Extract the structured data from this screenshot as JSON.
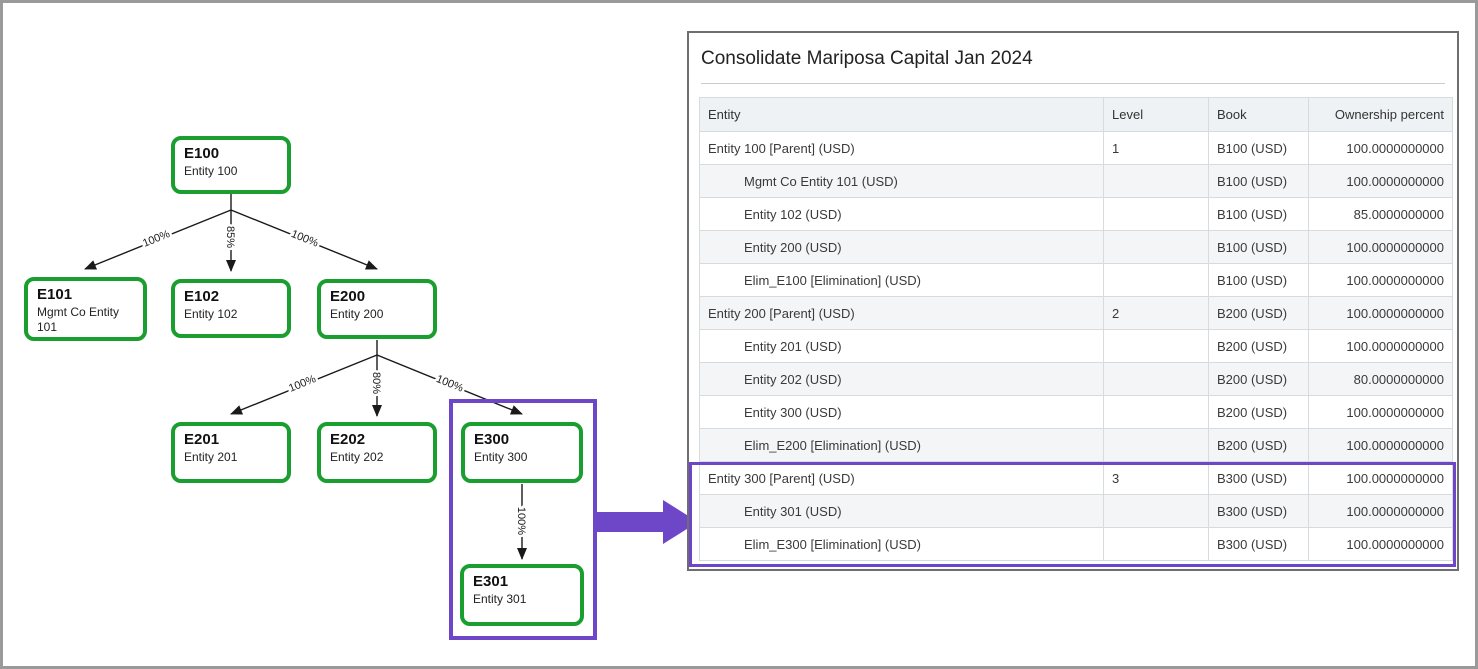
{
  "diagram": {
    "node_border_color": "#1a9e30",
    "highlight_color": "#6e46c8",
    "nodes": [
      {
        "code": "E100",
        "label": "Entity 100"
      },
      {
        "code": "E101",
        "label": "Mgmt Co Entity 101"
      },
      {
        "code": "E102",
        "label": "Entity 102"
      },
      {
        "code": "E200",
        "label": "Entity 200"
      },
      {
        "code": "E201",
        "label": "Entity 201"
      },
      {
        "code": "E202",
        "label": "Entity 202"
      },
      {
        "code": "E300",
        "label": "Entity 300"
      },
      {
        "code": "E301",
        "label": "Entity 301"
      }
    ],
    "edges": [
      {
        "from": "E100",
        "to": "E101",
        "label": "100%"
      },
      {
        "from": "E100",
        "to": "E102",
        "label": "85%"
      },
      {
        "from": "E100",
        "to": "E200",
        "label": "100%"
      },
      {
        "from": "E200",
        "to": "E201",
        "label": "100%"
      },
      {
        "from": "E200",
        "to": "E202",
        "label": "80%"
      },
      {
        "from": "E200",
        "to": "E300",
        "label": "100%"
      },
      {
        "from": "E300",
        "to": "E301",
        "label": "100%"
      }
    ]
  },
  "panel": {
    "title": "Consolidate Mariposa Capital Jan 2024",
    "table": {
      "headers": [
        "Entity",
        "Level",
        "Book",
        "Ownership percent"
      ],
      "rows": [
        {
          "entity": "Entity 100 [Parent] (USD)",
          "level": "1",
          "book": "B100 (USD)",
          "ownership_percent": "100.0000000000",
          "indent": false,
          "highlighted": false
        },
        {
          "entity": "Mgmt Co Entity 101 (USD)",
          "level": "",
          "book": "B100 (USD)",
          "ownership_percent": "100.0000000000",
          "indent": true,
          "highlighted": false
        },
        {
          "entity": "Entity 102 (USD)",
          "level": "",
          "book": "B100 (USD)",
          "ownership_percent": "85.0000000000",
          "indent": true,
          "highlighted": false
        },
        {
          "entity": "Entity 200 (USD)",
          "level": "",
          "book": "B100 (USD)",
          "ownership_percent": "100.0000000000",
          "indent": true,
          "highlighted": false
        },
        {
          "entity": "Elim_E100 [Elimination] (USD)",
          "level": "",
          "book": "B100 (USD)",
          "ownership_percent": "100.0000000000",
          "indent": true,
          "highlighted": false
        },
        {
          "entity": "Entity 200 [Parent] (USD)",
          "level": "2",
          "book": "B200 (USD)",
          "ownership_percent": "100.0000000000",
          "indent": false,
          "highlighted": false
        },
        {
          "entity": "Entity 201 (USD)",
          "level": "",
          "book": "B200 (USD)",
          "ownership_percent": "100.0000000000",
          "indent": true,
          "highlighted": false
        },
        {
          "entity": "Entity 202 (USD)",
          "level": "",
          "book": "B200 (USD)",
          "ownership_percent": "80.0000000000",
          "indent": true,
          "highlighted": false
        },
        {
          "entity": "Entity 300 (USD)",
          "level": "",
          "book": "B200 (USD)",
          "ownership_percent": "100.0000000000",
          "indent": true,
          "highlighted": false
        },
        {
          "entity": "Elim_E200 [Elimination] (USD)",
          "level": "",
          "book": "B200 (USD)",
          "ownership_percent": "100.0000000000",
          "indent": true,
          "highlighted": false
        },
        {
          "entity": "Entity 300 [Parent] (USD)",
          "level": "3",
          "book": "B300 (USD)",
          "ownership_percent": "100.0000000000",
          "indent": false,
          "highlighted": true
        },
        {
          "entity": "Entity 301 (USD)",
          "level": "",
          "book": "B300 (USD)",
          "ownership_percent": "100.0000000000",
          "indent": true,
          "highlighted": true
        },
        {
          "entity": "Elim_E300 [Elimination] (USD)",
          "level": "",
          "book": "B300 (USD)",
          "ownership_percent": "100.0000000000",
          "indent": true,
          "highlighted": true
        }
      ]
    }
  }
}
